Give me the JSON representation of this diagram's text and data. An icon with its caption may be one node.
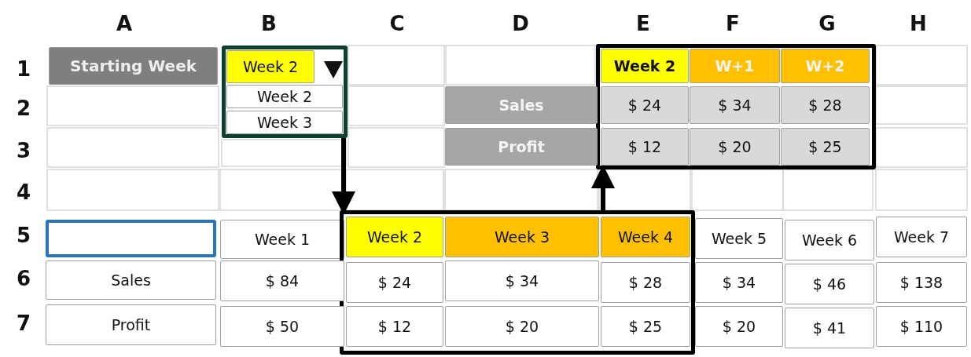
{
  "diagram": {
    "nodes": [
      {
        "text": [
          "Starting Week"
        ]
      },
      {
        "text": [],
        "shape": "box"
      },
      {
        "text": [
          "Week 2"
        ],
        "in": 1
      },
      {
        "text": [
          "Week 2"
        ],
        "in": 1
      },
      {
        "text": [
          "Week 3"
        ],
        "in": 1
      },
      {
        "text": [],
        "shape": "box"
      },
      {
        "text": [
          "Week 2"
        ],
        "in": 5
      },
      {
        "text": [
          "W+1"
        ],
        "in": 5
      },
      {
        "text": [
          "W+2"
        ],
        "in": 5
      },
      {
        "text": [
          "Sales"
        ]
      },
      {
        "text": [
          "$ 24"
        ],
        "in": 5
      },
      {
        "text": [
          "$ 34"
        ],
        "in": 5
      },
      {
        "text": [
          "$ 28"
        ],
        "in": 5
      },
      {
        "text": [
          "Profit"
        ]
      },
      {
        "text": [
          "$ 12"
        ],
        "in": 5
      },
      {
        "text": [
          "$ 20"
        ],
        "in": 5
      },
      {
        "text": [
          "$ 25"
        ],
        "in": 5
      },
      {
        "text": [],
        "shape": "box"
      },
      {
        "text": [
          "Week 1"
        ]
      },
      {
        "text": [],
        "shape": "box"
      },
      {
        "text": [
          "Week 2"
        ],
        "in": 19
      },
      {
        "text": [
          "Week 3"
        ],
        "in": 19
      },
      {
        "text": [
          "Week 4"
        ],
        "in": 19
      },
      {
        "text": [
          "Week 5"
        ]
      },
      {
        "text": [
          "Week 6"
        ]
      },
      {
        "text": [
          "Week 7"
        ]
      },
      {
        "text": [
          "Sales"
        ]
      },
      {
        "text": [
          "$ 84"
        ]
      },
      {
        "text": [
          "$ 24"
        ],
        "in": 19
      },
      {
        "text": [
          "$ 34"
        ],
        "in": 19
      },
      {
        "text": [
          "$ 28"
        ],
        "in": 19
      },
      {
        "text": [
          "$ 34"
        ]
      },
      {
        "text": [
          "$ 46"
        ]
      },
      {
        "text": [
          "$ 138"
        ]
      },
      {
        "text": [
          "Profit"
        ]
      },
      {
        "text": [
          "$ 50"
        ]
      },
      {
        "text": [
          "$ 12"
        ],
        "in": 19
      },
      {
        "text": [
          "$ 20"
        ],
        "in": 19
      },
      {
        "text": [
          "$ 25"
        ],
        "in": 19
      },
      {
        "text": [
          "$ 20"
        ]
      },
      {
        "text": [
          "$ 41"
        ]
      },
      {
        "text": [
          "$ 110"
        ]
      }
    ],
    "edges": [
      {
        "from": 1,
        "to": 19,
        "arrow": "to"
      },
      {
        "from": 19,
        "to": 5,
        "arrow": "to"
      }
    ],
    "labels": [
      "A",
      "B",
      "C",
      "D",
      "E",
      "F",
      "G",
      "H",
      "1",
      "2",
      "3",
      "4",
      "5",
      "6",
      "7"
    ]
  }
}
